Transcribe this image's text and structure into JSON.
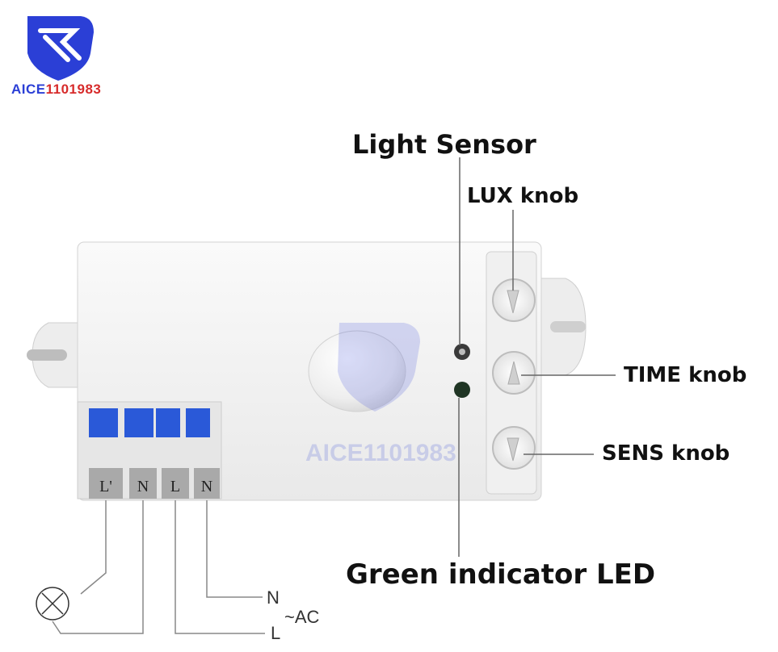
{
  "logo": {
    "brand": "AICE1101983",
    "brand_prefix": "AICE",
    "brand_suffix": "1101983"
  },
  "watermark": {
    "text": "AICE1101983"
  },
  "callouts": {
    "light_sensor": "Light Sensor",
    "lux_knob": "LUX knob",
    "time_knob": "TIME knob",
    "sens_knob": "SENS knob",
    "green_led": "Green indicator LED"
  },
  "terminals": [
    "L'",
    "N",
    "L",
    "N"
  ],
  "wiring": {
    "n_label": "N",
    "l_label": "L",
    "ac_label": "~AC"
  },
  "colors": {
    "brand_blue": "#2b3fd6",
    "brand_red": "#d72b2b",
    "terminal_blue": "#2a59d8",
    "housing": "#f3f3f3",
    "led": "#1f3524"
  }
}
